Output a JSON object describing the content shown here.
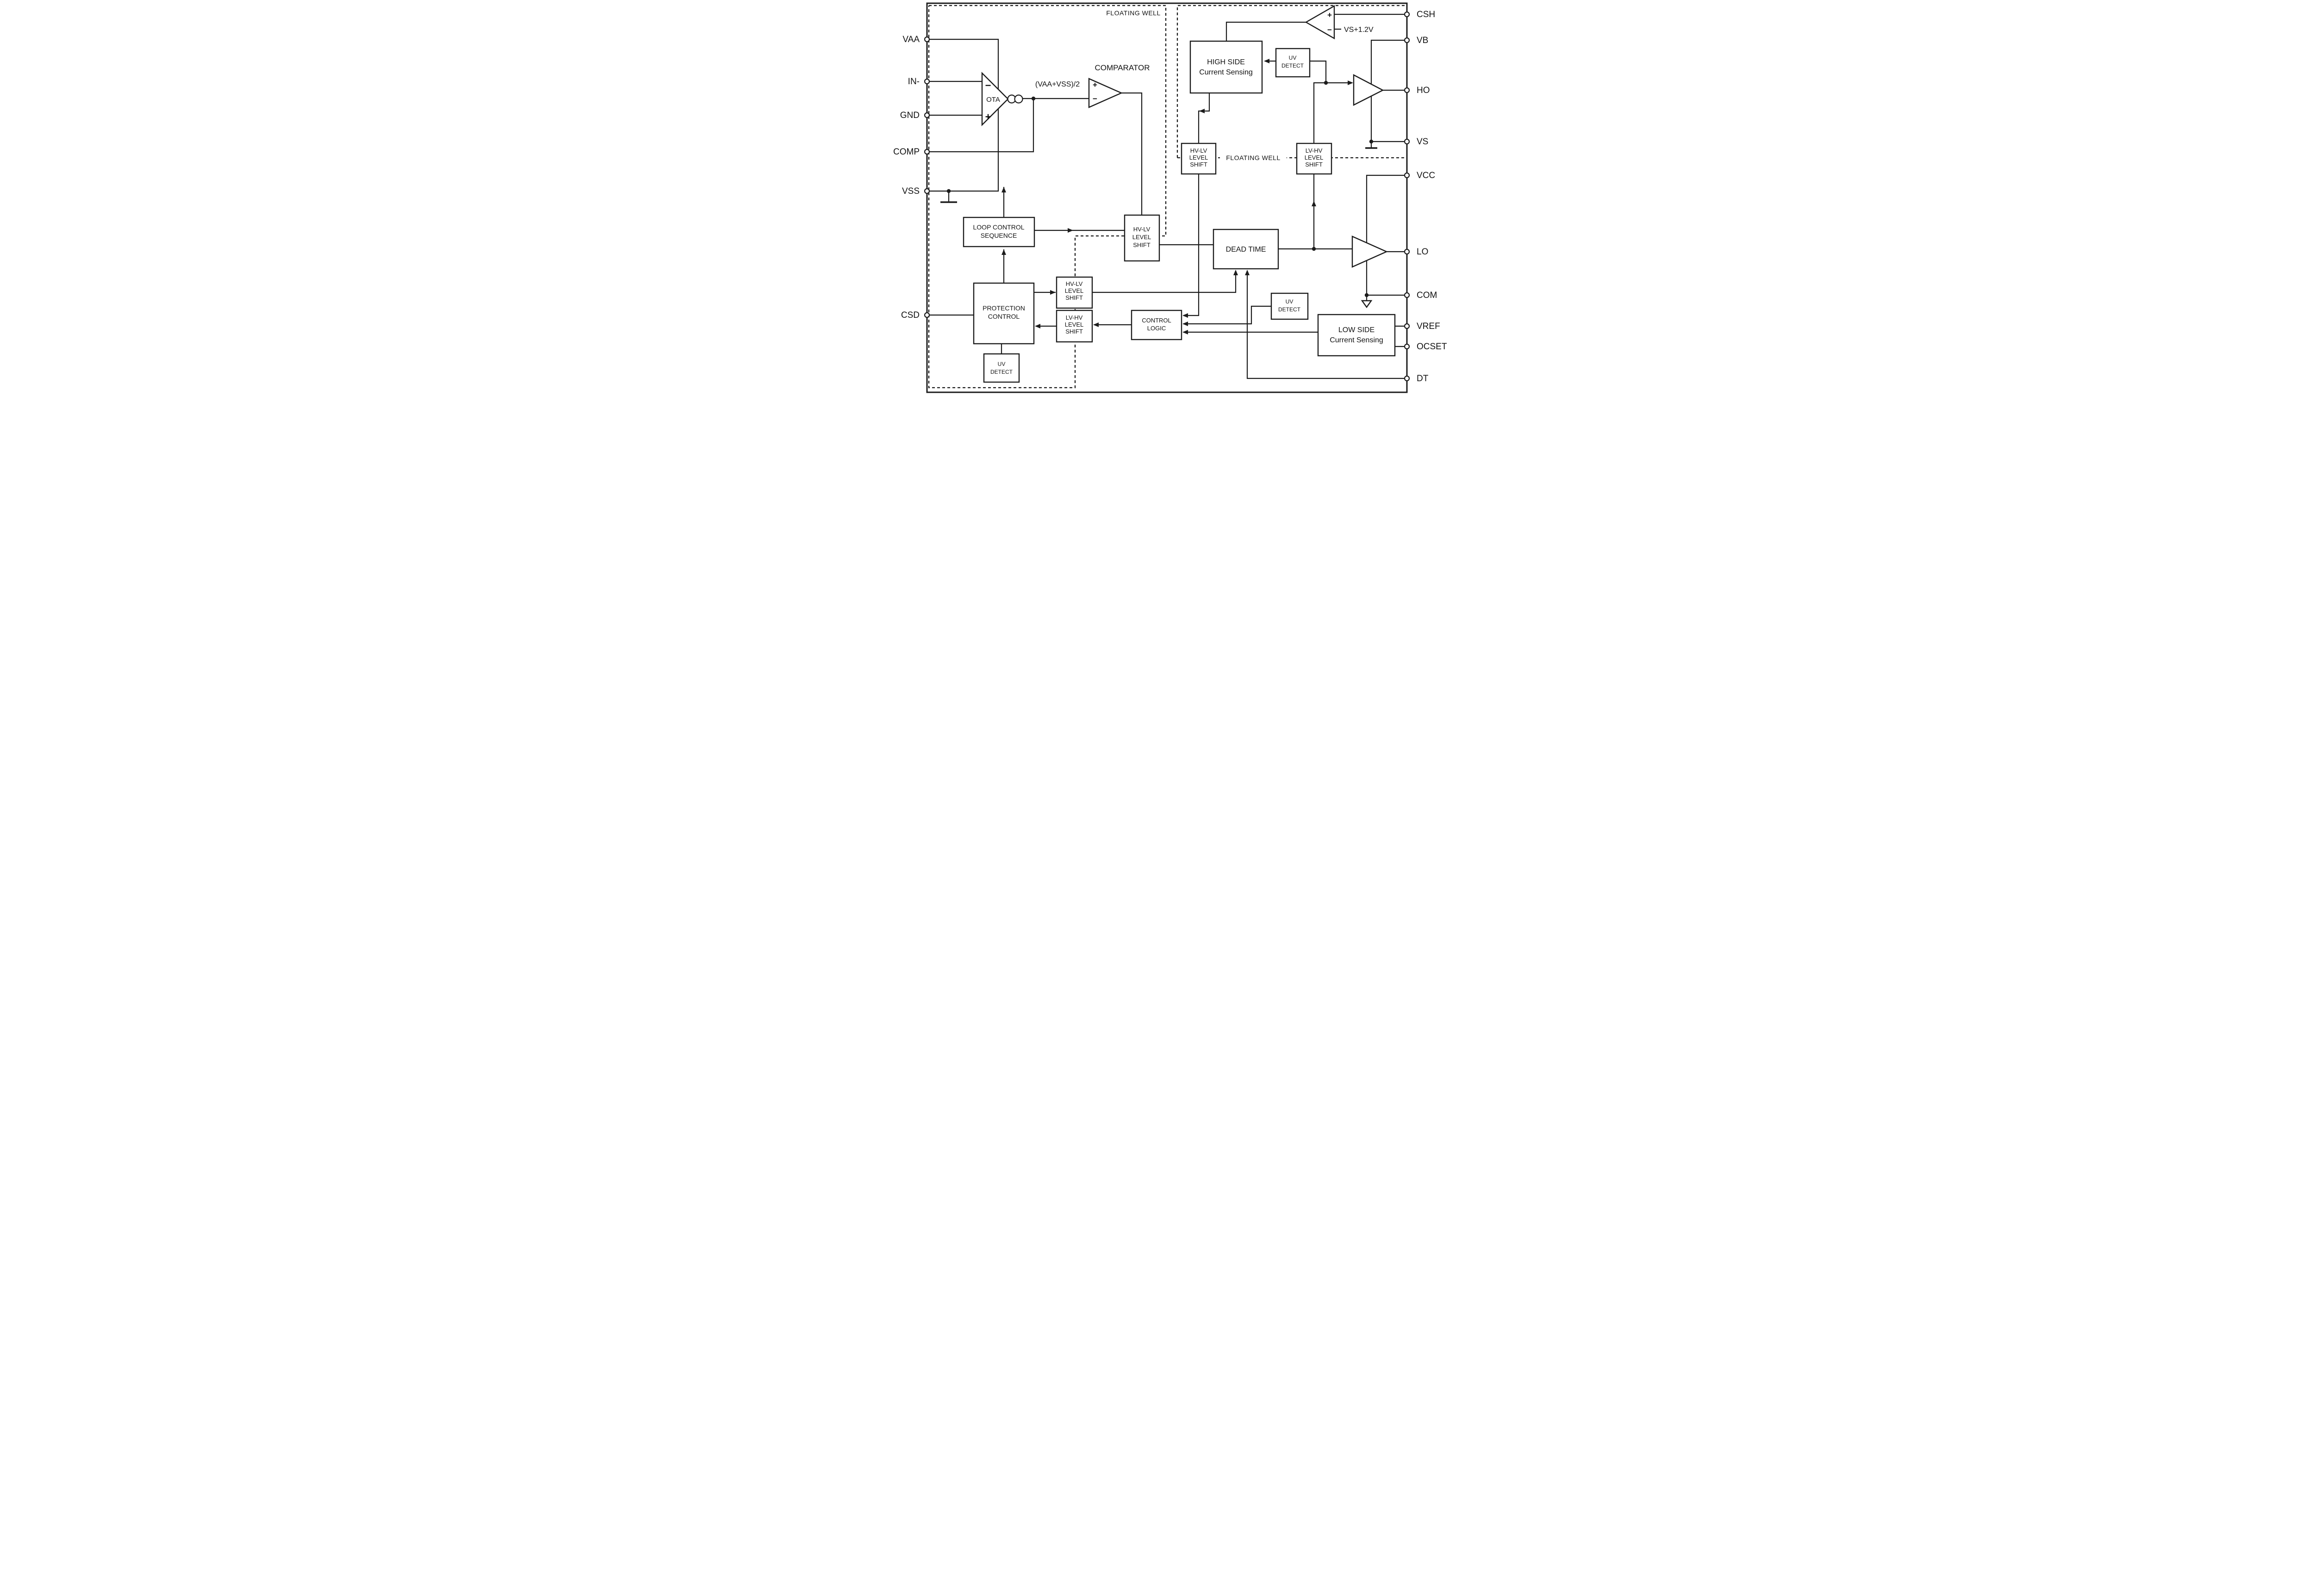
{
  "pins": {
    "left": [
      {
        "name": "VAA"
      },
      {
        "name": "IN-"
      },
      {
        "name": "GND"
      },
      {
        "name": "COMP"
      },
      {
        "name": "VSS"
      },
      {
        "name": "CSD"
      }
    ],
    "right": [
      {
        "name": "CSH"
      },
      {
        "name": "VB"
      },
      {
        "name": "HO"
      },
      {
        "name": "VS"
      },
      {
        "name": "VCC"
      },
      {
        "name": "LO"
      },
      {
        "name": "COM"
      },
      {
        "name": "VREF"
      },
      {
        "name": "OCSET"
      },
      {
        "name": "DT"
      }
    ]
  },
  "labels": {
    "floating_well": "FLOATING WELL",
    "comparator": "COMPARATOR",
    "ota": "OTA",
    "vaa_vss_ref": "(VAA+VSS)/2",
    "vs_ref": "VS+1.2V",
    "plus": "+",
    "minus": "−"
  },
  "blocks": {
    "high_side": {
      "line1": "HIGH SIDE",
      "line2": "Current Sensing"
    },
    "low_side": {
      "line1": "LOW SIDE",
      "line2": "Current Sensing"
    },
    "uv_detect": {
      "line1": "UV",
      "line2": "DETECT"
    },
    "hv_lv_shift": {
      "line1": "HV-LV",
      "line2": "LEVEL",
      "line3": "SHIFT"
    },
    "lv_hv_shift": {
      "line1": "LV-HV",
      "line2": "LEVEL",
      "line3": "SHIFT"
    },
    "loop_control": {
      "line1": "LOOP CONTROL",
      "line2": "SEQUENCE"
    },
    "protection": {
      "line1": "PROTECTION",
      "line2": "CONTROL"
    },
    "control_logic": {
      "line1": "CONTROL",
      "line2": "LOGIC"
    },
    "dead_time": {
      "label": "DEAD TIME"
    }
  },
  "colors": {
    "line": "#1c1c1c",
    "background": "#ffffff"
  }
}
